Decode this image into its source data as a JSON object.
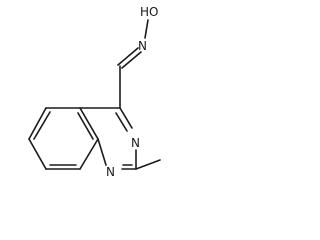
{
  "molecule": {
    "atoms": {
      "hydroxyl": "HO",
      "oxime_nitrogen": "N",
      "ring_nitrogen_3": "N",
      "ring_nitrogen_1": "N"
    },
    "colors": {
      "ink": "#1a1a1a",
      "background": "#ffffff"
    }
  }
}
